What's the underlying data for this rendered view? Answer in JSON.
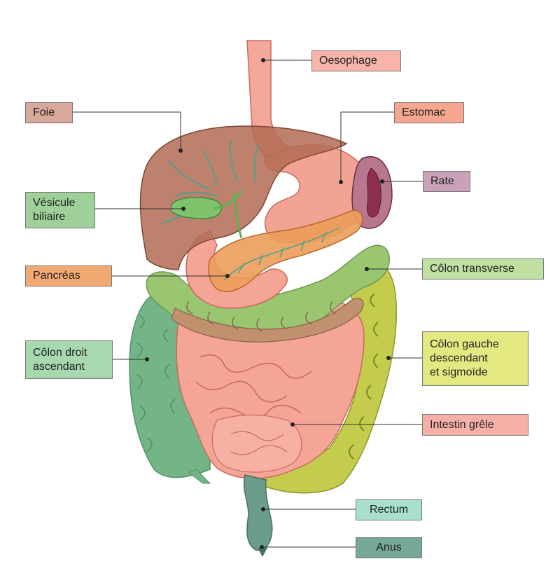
{
  "labels": {
    "oesophage": {
      "text": "Oesophage",
      "color": "#f8b4a8"
    },
    "foie": {
      "text": "Foie",
      "color": "#d9a89a"
    },
    "estomac": {
      "text": "Estomac",
      "color": "#f6a68f"
    },
    "rate": {
      "text": "Rate",
      "color": "#c9a2b8"
    },
    "vesicule": {
      "lines": [
        "Vésicule",
        "biliaire"
      ],
      "color": "#9fd09a"
    },
    "pancreas": {
      "text": "Pancréas",
      "color": "#f2aa72"
    },
    "colon_transverse": {
      "text": "Côlon transverse",
      "color": "#bfe0a0"
    },
    "colon_droit": {
      "lines": [
        "Côlon droit",
        "ascendant"
      ],
      "color": "#a8d8b0"
    },
    "colon_gauche": {
      "lines": [
        "Côlon gauche",
        "descendant",
        "et sigmoïde"
      ],
      "color": "#e3e880"
    },
    "intestin": {
      "text": "Intestin grêle",
      "color": "#f6b0a8"
    },
    "rectum": {
      "text": "Rectum",
      "color": "#a8e0cc"
    },
    "anus": {
      "text": "Anus",
      "color": "#76a898"
    }
  },
  "colors": {
    "oesophagus": "#f4a899",
    "liver": "#b26b55",
    "stomach": "#f2a393",
    "spleen": "#8c2f4c",
    "gallbladder": "#7fc46d",
    "pancreas": "#ec9d5a",
    "transverse_colon": "#9ac672",
    "ascending_colon": "#74b588",
    "descending_colon": "#c3cc4c",
    "small_intestine": "#f4a595",
    "rectum": "#6c9d8b",
    "leader": "#333333"
  }
}
